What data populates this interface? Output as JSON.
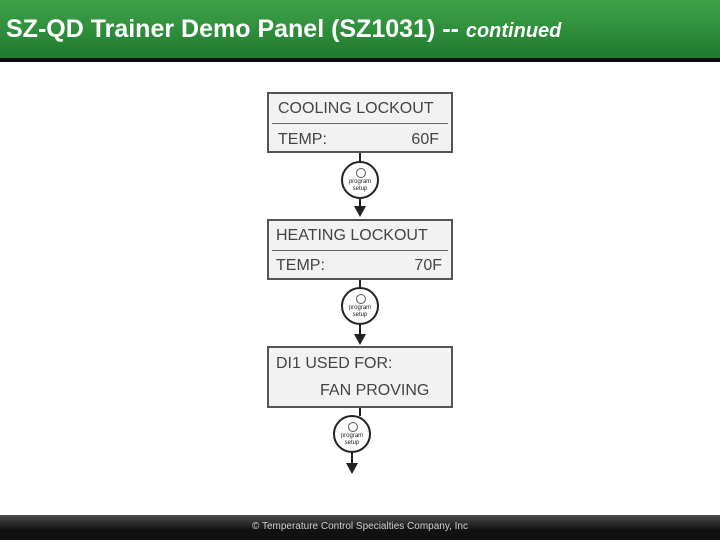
{
  "slide": {
    "title_main": "SZ-QD Trainer Demo Panel (SZ1031) -- ",
    "title_suffix": "continued"
  },
  "screens": [
    {
      "line1": "COOLING  LOCKOUT",
      "line2_label": "TEMP:",
      "line2_value": "60F"
    },
    {
      "line1": "HEATING  LOCKOUT",
      "line2_label": "TEMP:",
      "line2_value": "70F"
    },
    {
      "line1": "DI1  USED  FOR:",
      "line2_label": "",
      "line2_value": "FAN  PROVING"
    }
  ],
  "button": {
    "line1": "program",
    "line2": "setup",
    "icon": "program-setup-button-icon"
  },
  "footer": {
    "text": "© Temperature Control Specialties Company, Inc"
  },
  "colors": {
    "title_bar": "#2e8b3a",
    "title_text": "#ffffff",
    "footer_bar": "#111111"
  }
}
